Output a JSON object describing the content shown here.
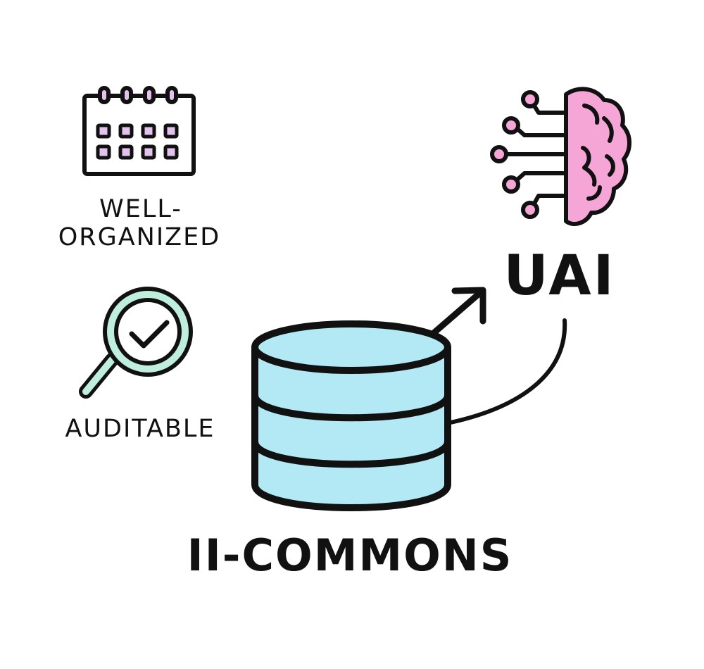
{
  "labels": {
    "well_organized_line1": "WELL-",
    "well_organized_line2": "ORGANIZED",
    "auditable": "AUDITABLE",
    "uai": "UAI",
    "commons": "II-COMMONS"
  },
  "icons": {
    "calendar": "calendar-icon",
    "magnifier": "magnifier-check-icon",
    "brain": "brain-circuit-icon",
    "database": "database-icon",
    "arrow": "arrow-up-right-icon",
    "curve": "connector-curve"
  },
  "colors": {
    "stroke": "#111111",
    "calendar_squares": "#e3c3ee",
    "magnifier_ring": "#bfeedd",
    "brain_fill": "#f6a6d6",
    "database_fill": "#b2e9f4",
    "background": "#ffffff"
  }
}
